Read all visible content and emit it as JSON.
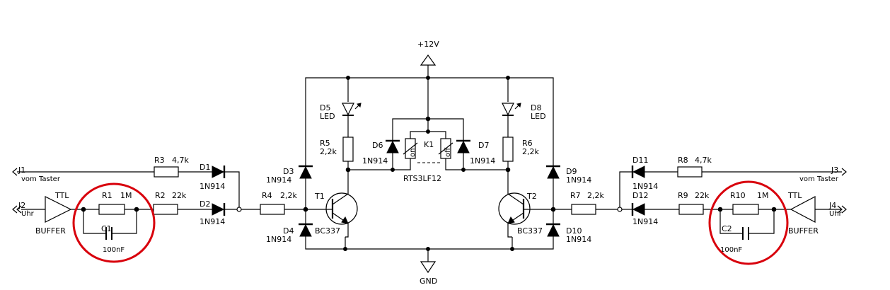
{
  "power": {
    "supply": "+12V",
    "ground": "GND"
  },
  "connectors": {
    "j1": {
      "ref": "J1",
      "desc": "vom Taster"
    },
    "j2": {
      "ref": "J2",
      "desc": "Uhr"
    },
    "j3": {
      "ref": "J3",
      "desc": "vom Taster"
    },
    "j4": {
      "ref": "J4",
      "desc": "Uhr"
    }
  },
  "buffers": {
    "left": {
      "top": "TTL",
      "bottom": "BUFFER"
    },
    "right": {
      "top": "TTL",
      "bottom": "BUFFER"
    }
  },
  "resistors": {
    "r1": {
      "ref": "R1",
      "value": "1M"
    },
    "r2": {
      "ref": "R2",
      "value": "22k"
    },
    "r3": {
      "ref": "R3",
      "value": "4,7k"
    },
    "r4": {
      "ref": "R4",
      "value": "2,2k"
    },
    "r5": {
      "ref": "R5",
      "value": "2,2k"
    },
    "r6": {
      "ref": "R6",
      "value": "2,2k"
    },
    "r7": {
      "ref": "R7",
      "value": "2,2k"
    },
    "r8": {
      "ref": "R8",
      "value": "4,7k"
    },
    "r9": {
      "ref": "R9",
      "value": "22k"
    },
    "r10": {
      "ref": "R10",
      "value": "1M"
    }
  },
  "capacitors": {
    "c1": {
      "ref": "C1",
      "value": "100nF"
    },
    "c2": {
      "ref": "C2",
      "value": "100nF"
    }
  },
  "diodes": {
    "d1": {
      "ref": "D1",
      "value": "1N914"
    },
    "d2": {
      "ref": "D2",
      "value": "1N914"
    },
    "d3": {
      "ref": "D3",
      "value": "1N914"
    },
    "d4": {
      "ref": "D4",
      "value": "1N914"
    },
    "d6": {
      "ref": "D6",
      "value": "1N914"
    },
    "d7": {
      "ref": "D7",
      "value": "1N914"
    },
    "d9": {
      "ref": "D9",
      "value": "1N914"
    },
    "d10": {
      "ref": "D10",
      "value": "1N914"
    },
    "d11": {
      "ref": "D11",
      "value": "1N914"
    },
    "d12": {
      "ref": "D12",
      "value": "1N914"
    }
  },
  "leds": {
    "d5": {
      "ref": "D5",
      "value": "LED"
    },
    "d8": {
      "ref": "D8",
      "value": "LED"
    }
  },
  "transistors": {
    "t1": {
      "ref": "T1",
      "value": "BC337"
    },
    "t2": {
      "ref": "T2",
      "value": "BC337"
    }
  },
  "relay": {
    "ref": "K1",
    "part": "RTS3LF12",
    "coil_on": "on",
    "coil_off": "off"
  },
  "highlight_color": "#d8000c"
}
